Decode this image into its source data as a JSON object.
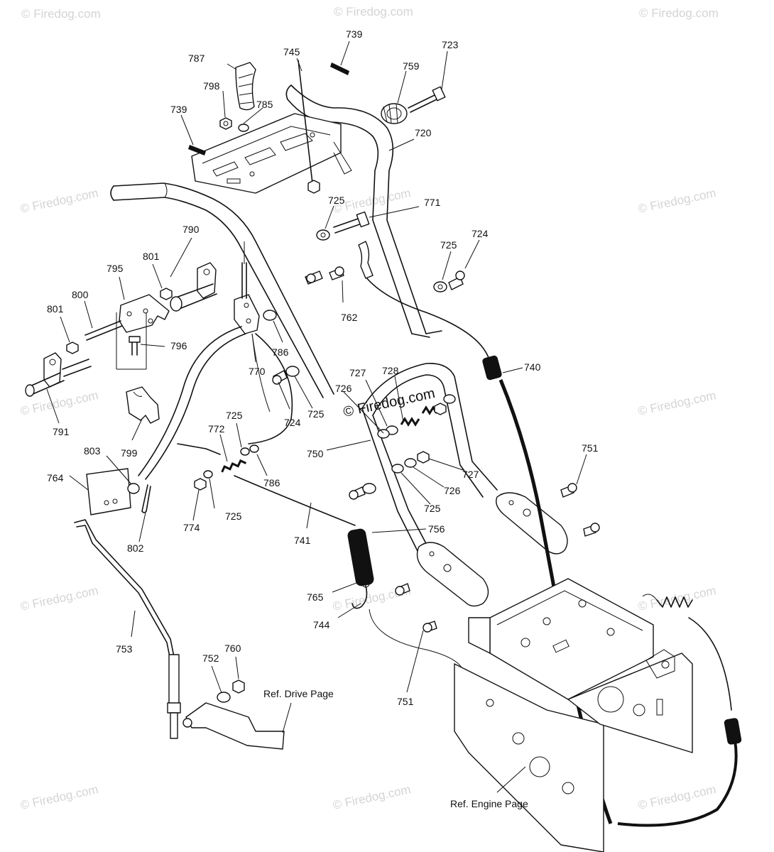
{
  "watermark": "© Firedog.com",
  "labels": {
    "l787": "787",
    "l798": "798",
    "l785": "785",
    "l745": "745",
    "l739a": "739",
    "l759": "759",
    "l723": "723",
    "l739b": "739",
    "l720": "720",
    "l725a": "725",
    "l771": "771",
    "l724a": "724",
    "l725b": "725",
    "l790": "790",
    "l801a": "801",
    "l795": "795",
    "l800": "800",
    "l801b": "801",
    "l762": "762",
    "l796": "796",
    "l786a": "786",
    "l770": "770",
    "l740": "740",
    "l727a": "727",
    "l728": "728",
    "l726a": "726",
    "l724b": "724",
    "l725c": "725",
    "l791": "791",
    "l799": "799",
    "l725d": "725",
    "l772": "772",
    "l750": "750",
    "l751a": "751",
    "l803": "803",
    "l727b": "727",
    "l764": "764",
    "l786b": "786",
    "l726b": "726",
    "l725e": "725",
    "l774": "774",
    "l725f": "725",
    "l802": "802",
    "l741": "741",
    "l756": "756",
    "l765": "765",
    "l744": "744",
    "l753": "753",
    "l760": "760",
    "l752": "752",
    "l751b": "751"
  },
  "refs": {
    "drive": "Ref. Drive Page",
    "engine": "Ref. Engine Page"
  }
}
